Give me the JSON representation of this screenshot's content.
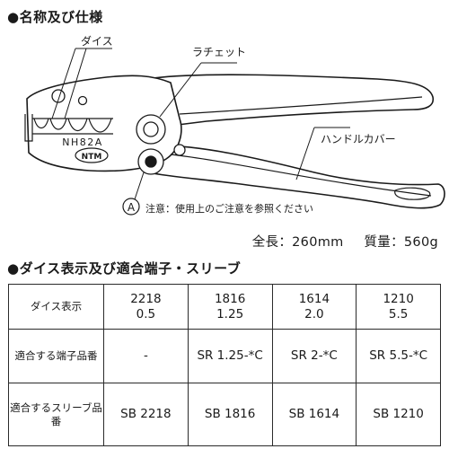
{
  "headings": {
    "names_specs": "●名称及び仕様",
    "dies_table": "●ダイス表示及び適合端子・スリーブ"
  },
  "diagram": {
    "callouts": {
      "dies": "ダイス",
      "ratchet": "ラチェット",
      "handle_cover": "ハンドルカバー"
    },
    "model": "NH82A",
    "brand": "NTM",
    "marker": "A",
    "note": "注意：使用上のご注意を参照ください"
  },
  "specs": {
    "length_label": "全長：",
    "length_value": "260mm",
    "mass_label": "質量：",
    "mass_value": "560g"
  },
  "table": {
    "row_headers": [
      "ダイス表示",
      "適合する端子品番",
      "適合するスリーブ品番"
    ],
    "columns": [
      {
        "die_top": "2218",
        "die_bottom": "0.5",
        "terminal": "-",
        "sleeve": "SB 2218"
      },
      {
        "die_top": "1816",
        "die_bottom": "1.25",
        "terminal": "SR 1.25-*C",
        "sleeve": "SB 1816"
      },
      {
        "die_top": "1614",
        "die_bottom": "2.0",
        "terminal": "SR 2-*C",
        "sleeve": "SB 1614"
      },
      {
        "die_top": "1210",
        "die_bottom": "5.5",
        "terminal": "SR 5.5-*C",
        "sleeve": "SB 1210"
      }
    ]
  }
}
